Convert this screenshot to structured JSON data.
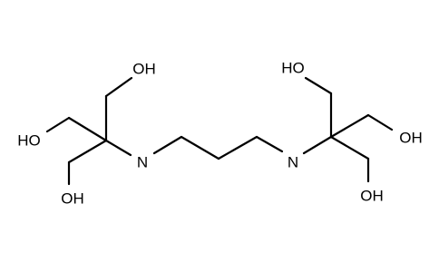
{
  "structure": {
    "atoms": {
      "oh_top_left": "OH",
      "oh_mid_left": "HO",
      "oh_bottom_left": "OH",
      "n_left": "N",
      "n_right": "N",
      "oh_top_right": "HO",
      "oh_mid_right": "OH",
      "oh_bottom_right": "OH"
    }
  }
}
